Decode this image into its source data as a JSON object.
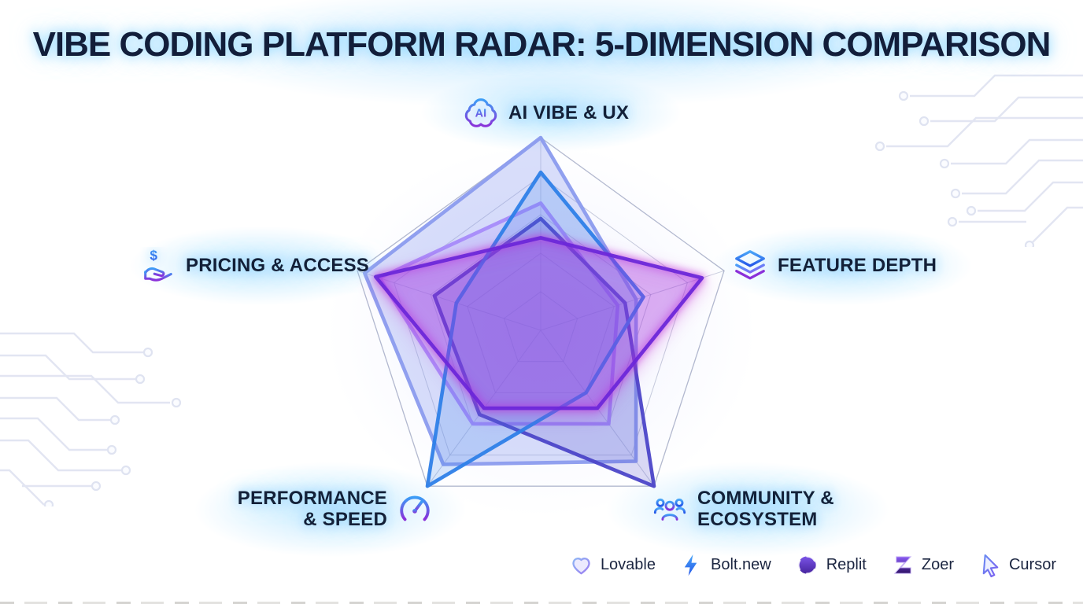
{
  "title": "VIBE CODING PLATFORM RADAR: 5-DIMENSION COMPARISON",
  "axis_labels": {
    "ai": "AI VIBE & UX",
    "ai_icon_text": "AI",
    "feature": "FEATURE DEPTH",
    "pricing": "PRICING & ACCESS",
    "performance_line1": "PERFORMANCE",
    "performance_line2": "& SPEED",
    "community_line1": "COMMUNITY &",
    "community_line2": "ECOSYSTEM"
  },
  "legend": {
    "items": [
      {
        "label": "Lovable",
        "icon": "heart-icon",
        "color": "#8b9bee"
      },
      {
        "label": "Bolt.new",
        "icon": "lightning-icon",
        "color": "#2e7fe8"
      },
      {
        "label": "Replit",
        "icon": "swirl-icon",
        "color": "#4c46c8"
      },
      {
        "label": "Zoer",
        "icon": "z-icon",
        "color": "#6d28d9"
      },
      {
        "label": "Cursor",
        "icon": "cursor-arrow-icon",
        "color": "#a78bfa"
      }
    ]
  },
  "chart_data": {
    "type": "radar",
    "title": "Vibe Coding Platform Radar: 5-Dimension Comparison",
    "axes": [
      "AI Vibe & UX",
      "Feature Depth",
      "Community & Ecosystem",
      "Performance & Speed",
      "Pricing & Access"
    ],
    "scale": {
      "min": 0,
      "max": 5,
      "rings": 5
    },
    "grid": true,
    "legend_position": "bottom-right",
    "series": [
      {
        "name": "Lovable",
        "color": "#8b9bee",
        "fill": "rgba(140,156,240,0.32)",
        "values": [
          5.0,
          2.6,
          4.2,
          4.3,
          4.8
        ]
      },
      {
        "name": "Bolt.new",
        "color": "#2e7fe8",
        "fill": "rgba(56,130,236,0.20)",
        "values": [
          4.1,
          2.8,
          2.0,
          5.0,
          2.3
        ]
      },
      {
        "name": "Replit",
        "color": "#4c46c8",
        "fill": "rgba(76,70,200,0.20)",
        "values": [
          2.9,
          2.3,
          5.0,
          2.7,
          2.9
        ]
      },
      {
        "name": "Zoer",
        "color": "#6d28d9",
        "fill": "rgba(124,58,237,0.16)",
        "values": [
          2.4,
          4.4,
          2.5,
          2.5,
          4.5
        ],
        "glow": "#c026d3"
      },
      {
        "name": "Cursor",
        "color": "#a78bfa",
        "fill": "rgba(167,139,250,0.22)",
        "values": [
          3.3,
          2.1,
          3.0,
          3.0,
          4.4
        ]
      }
    ],
    "draw_order": [
      "Lovable",
      "Cursor",
      "Replit",
      "Bolt.new",
      "Zoer"
    ]
  }
}
